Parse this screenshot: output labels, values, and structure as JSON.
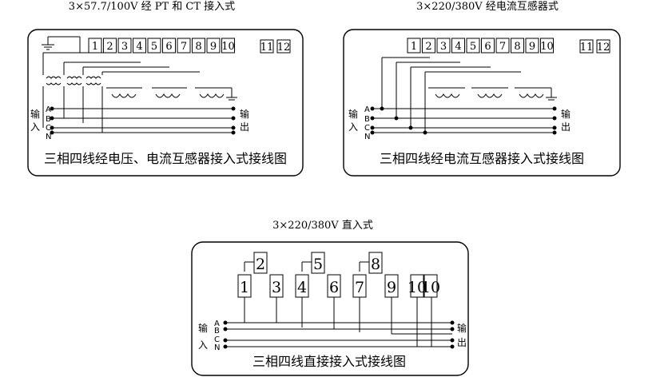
{
  "diagrams": [
    {
      "caption": "3×57.7/100V 经 PT 和 CT 接入式",
      "title": "三相四线经电压、电流互感器接入式接线图",
      "terminals": [
        "1",
        "2",
        "3",
        "4",
        "5",
        "6",
        "7",
        "8",
        "9",
        "10"
      ],
      "aux_terminals": [
        "11",
        "12"
      ],
      "phases": [
        "A",
        "B",
        "C",
        "N"
      ],
      "input_label": [
        "输",
        "入"
      ],
      "output_label": [
        "输",
        "出"
      ]
    },
    {
      "caption": "3×220/380V 经电流互感器式",
      "title": "三相四线经电流互感器接入式接线图",
      "terminals": [
        "1",
        "2",
        "3",
        "4",
        "5",
        "6",
        "7",
        "8",
        "9",
        "10"
      ],
      "aux_terminals": [
        "11",
        "12"
      ],
      "phases": [
        "A",
        "B",
        "C",
        "N"
      ],
      "input_label": [
        "输",
        "入"
      ],
      "output_label": [
        "输",
        "出"
      ]
    },
    {
      "caption": "3×220/380V 直入式",
      "title": "三相四线直接接入式接线图",
      "terminals": [
        "1",
        "3",
        "4",
        "6",
        "7",
        "9",
        "10",
        "10"
      ],
      "upper_terminals": [
        "2",
        "5",
        "8"
      ],
      "phases": [
        "A",
        "B",
        "C",
        "N"
      ],
      "input_label": [
        "输",
        "入"
      ],
      "output_label": [
        "输",
        "出"
      ]
    }
  ]
}
